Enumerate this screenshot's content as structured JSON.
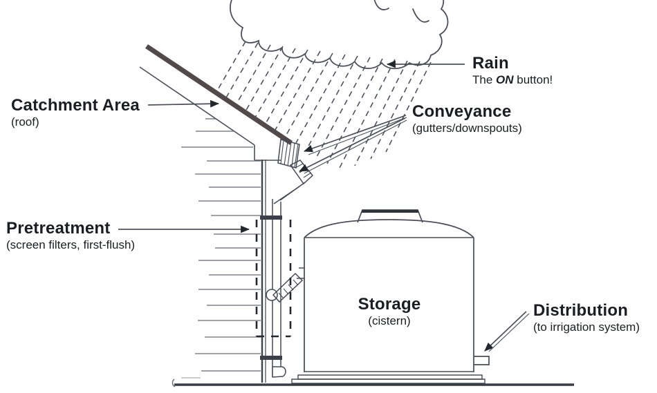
{
  "labels": {
    "catchment": {
      "title": "Catchment Area",
      "subtitle": "(roof)"
    },
    "rain": {
      "title": "Rain",
      "subtitle_prefix": "The ",
      "subtitle_emphasis": "ON",
      "subtitle_suffix": " button!"
    },
    "conveyance": {
      "title": "Conveyance",
      "subtitle": "(gutters/downspouts)"
    },
    "pretreatment": {
      "title": "Pretreatment",
      "subtitle": "(screen filters, first-flush)"
    },
    "storage": {
      "title": "Storage",
      "subtitle": "(cistern)"
    },
    "distribution": {
      "title": "Distribution",
      "subtitle": "(to irrigation system)"
    }
  },
  "colors": {
    "ink": "#454b55",
    "text": "#1b1d22",
    "roof_shingle": "#52494b",
    "background": "#ffffff"
  }
}
